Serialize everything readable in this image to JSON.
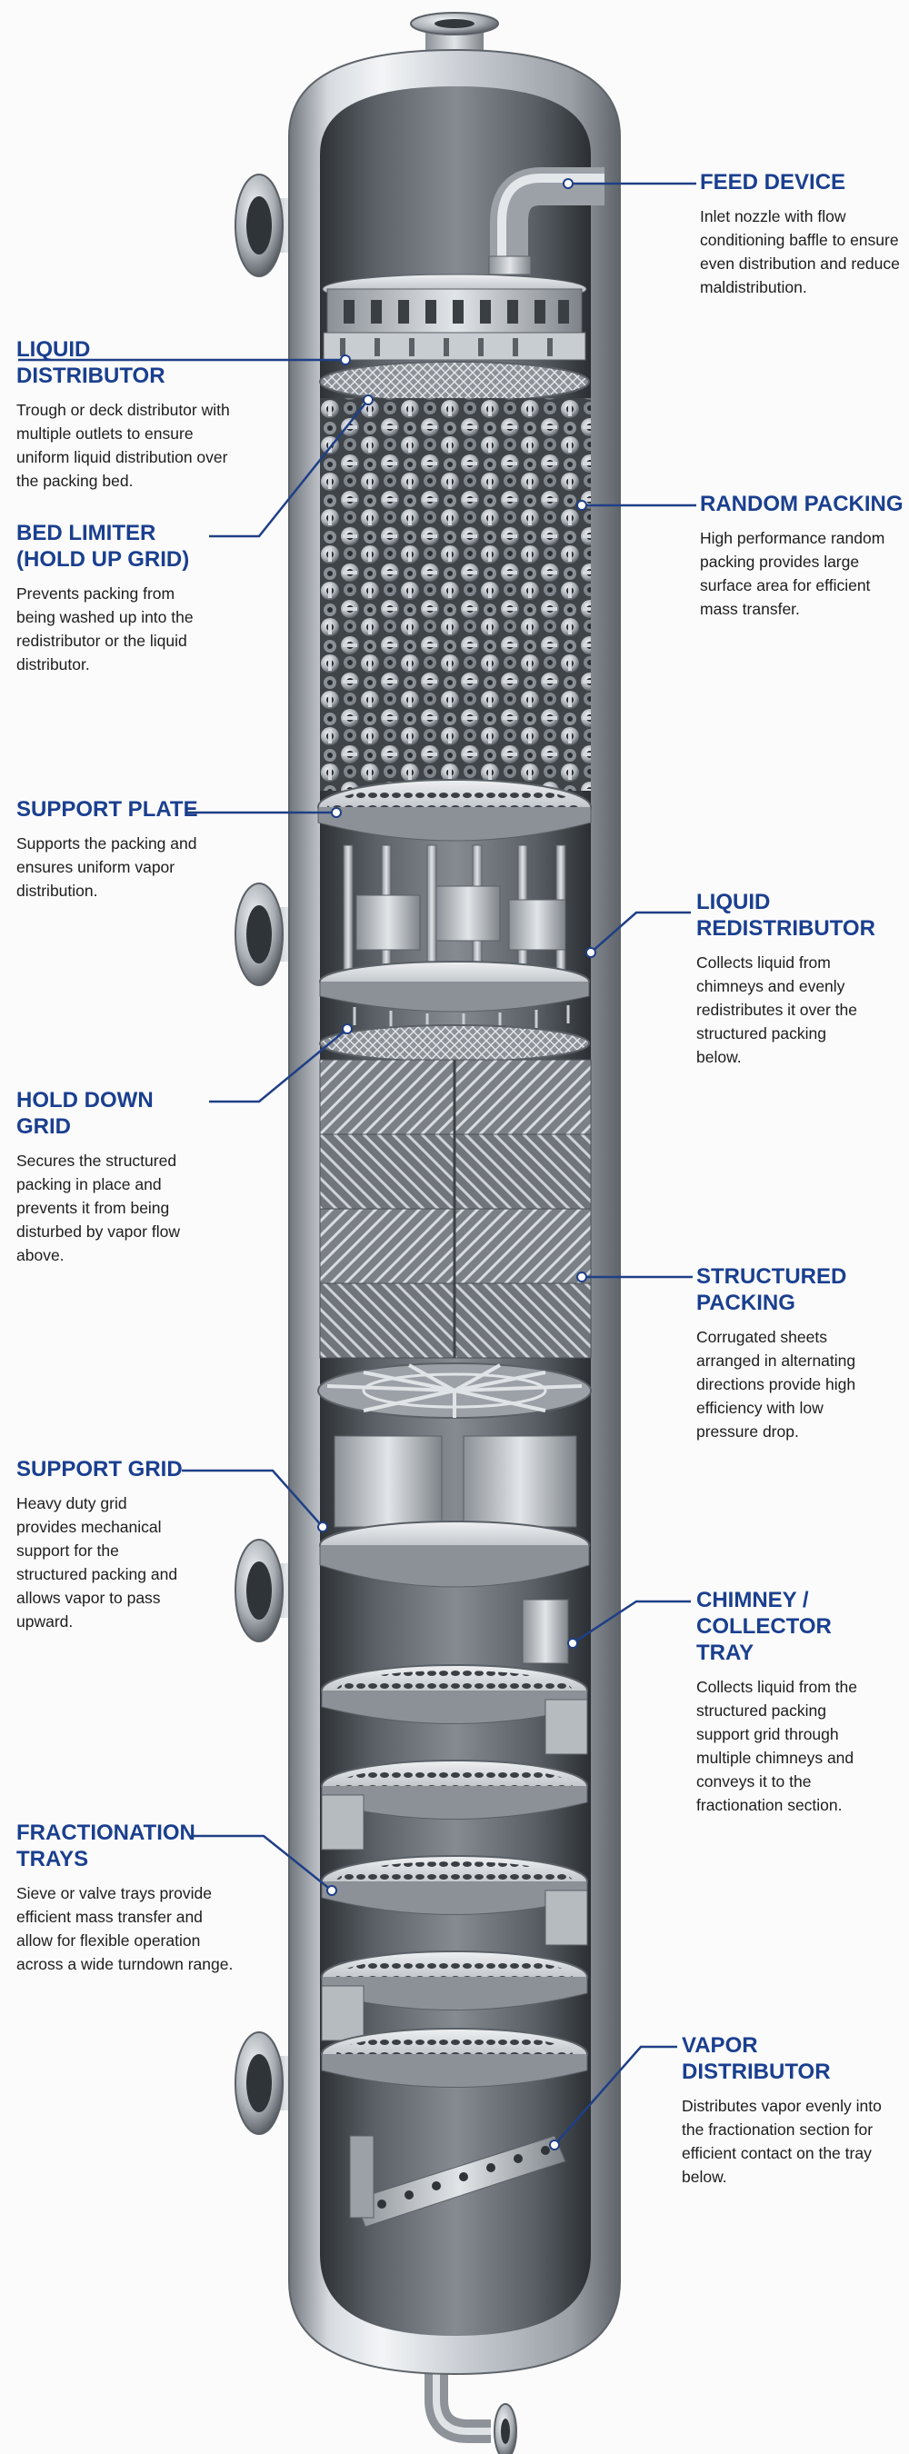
{
  "colors": {
    "label_heading": "#1a3f8f",
    "leader_line": "#1f3f86",
    "body_text": "#1d1d1d",
    "steel_light": "#e8ebee",
    "steel_dark": "#6f757b",
    "background": "#fbfbfc"
  },
  "diagram": {
    "subject": "cutaway distillation column with random and structured packing, redistributors and fractionation trays",
    "labels": {
      "feed_device": {
        "title": "FEED DEVICE",
        "desc": "Inlet nozzle with flow conditioning baffle to ensure even distribution and reduce maldistribution."
      },
      "liquid_distributor": {
        "title": "LIQUID DISTRIBUTOR",
        "desc": "Trough or deck distributor with multiple outlets to ensure uniform liquid distribution over the packing bed."
      },
      "random_packing": {
        "title": "RANDOM PACKING",
        "desc": "High performance random packing provides large surface area for efficient mass transfer."
      },
      "bed_limiter": {
        "title": "BED LIMITER (HOLD UP GRID)",
        "desc": "Prevents packing from being washed up into the redistributor or the liquid distributor."
      },
      "support_plate": {
        "title": "SUPPORT PLATE",
        "desc": "Supports the packing and ensures uniform vapor distribution."
      },
      "liquid_redistributor": {
        "title": "LIQUID REDISTRIBUTOR",
        "desc": "Collects liquid from chimneys and evenly redistributes it over the structured packing below."
      },
      "hold_down_grid": {
        "title": "HOLD DOWN GRID",
        "desc": "Secures the structured packing in place and prevents it from being disturbed by vapor flow above."
      },
      "structured_packing": {
        "title": "STRUCTURED PACKING",
        "desc": "Corrugated sheets arranged in alternating directions provide high efficiency with low pressure drop."
      },
      "support_grid": {
        "title": "SUPPORT GRID",
        "desc": "Heavy duty grid provides mechanical support for the structured packing and allows vapor to pass upward."
      },
      "chimney_collector_tray": {
        "title": "CHIMNEY / COLLECTOR TRAY",
        "desc": "Collects liquid from the structured packing support grid through multiple chimneys and conveys it to the fractionation section."
      },
      "fractionation_trays": {
        "title": "FRACTIONATION TRAYS",
        "desc": "Sieve or valve trays provide efficient mass transfer and allow for flexible operation across a wide turndown range."
      },
      "vapor_distributor": {
        "title": "VAPOR DISTRIBUTOR",
        "desc": "Distributes vapor evenly into the fractionation section for efficient contact on the tray below."
      }
    }
  }
}
